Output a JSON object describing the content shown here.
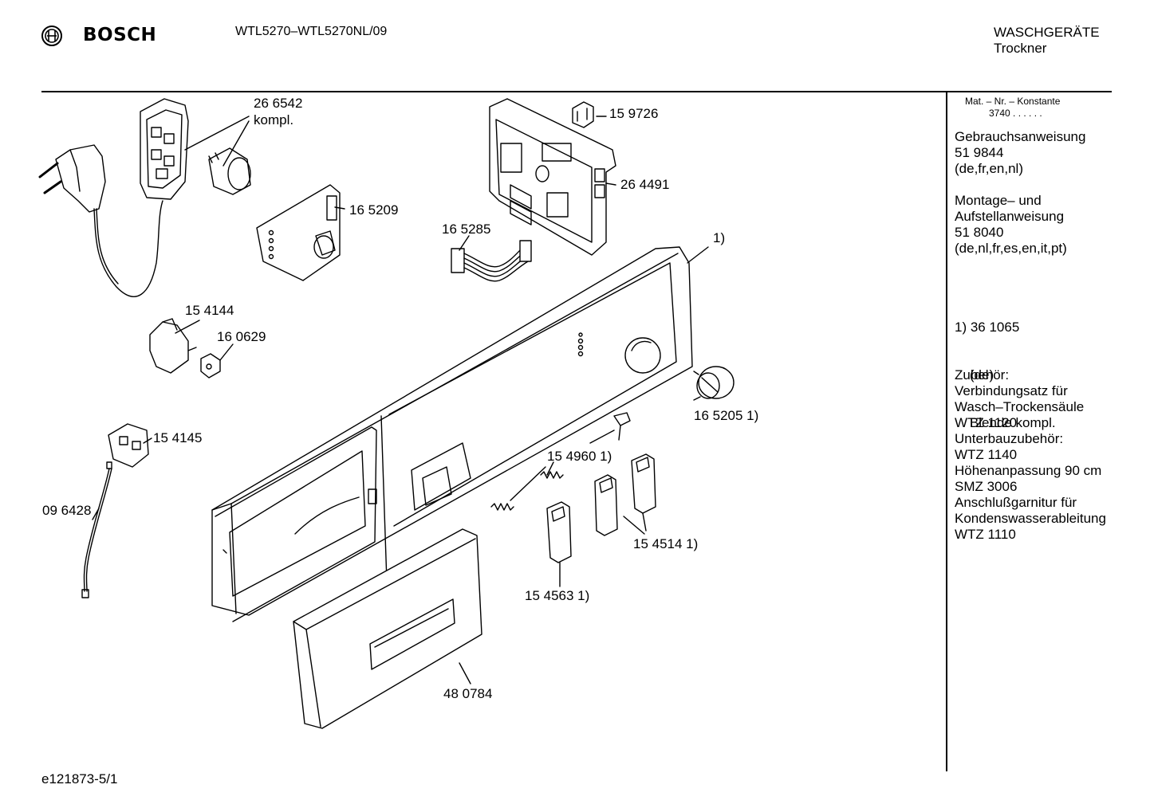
{
  "header": {
    "brand": "BOSCH",
    "model": "WTL5270–WTL5270NL/09",
    "category": "WASCHGERÄTE",
    "subcategory": "Trockner"
  },
  "sidebar": {
    "mat_nr_label": "Mat. – Nr. – Konstante",
    "mat_nr_value": "3740 . . . . . .",
    "blocks": [
      {
        "lines": [
          "Gebrauchsanweisung",
          "51 9844",
          "(de,fr,en,nl)"
        ]
      },
      {
        "lines": [
          "Montage– und",
          "Aufstellanweisung",
          "51 8040",
          "(de,nl,fr,es,en,it,pt)"
        ]
      },
      {
        "lines": [
          "1) 36 1065",
          "    (de)",
          "    Blende kompl."
        ]
      },
      {
        "lines": [
          "Zubehör:",
          "Verbindungsatz für",
          "Wasch–Trockensäule",
          "WTZ 1120",
          "Unterbauzubehör:",
          "WTZ 1140",
          "Höhenanpassung 90 cm",
          "SMZ 3006",
          "Anschlußgarnitur für",
          "Kondenswasserableitung",
          "WTZ 1110"
        ]
      }
    ]
  },
  "parts": {
    "p266542": "26 6542",
    "p266542b": "kompl.",
    "p159726": "15 9726",
    "p264491": "26 4491",
    "p165209": "16 5209",
    "p165285": "16 5285",
    "panel": "1)",
    "p154144": "15 4144",
    "p160629": "16 0629",
    "p165205": "16 5205 1)",
    "p154145": "15 4145",
    "p154960": "15 4960 1)",
    "p096428": "09 6428",
    "p154514": "15 4514 1)",
    "p154563": "15 4563 1)",
    "p480784": "48 0784"
  },
  "footer": {
    "code": "e121873-5/1"
  }
}
